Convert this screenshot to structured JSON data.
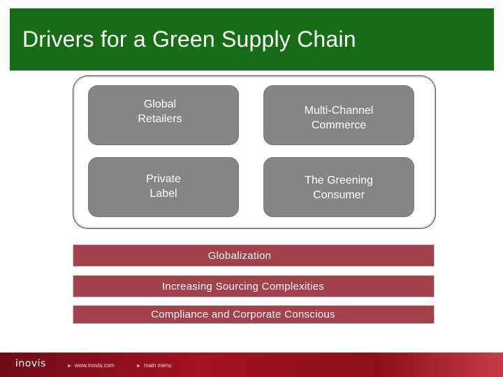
{
  "title": "Drivers for a Green Supply Chain",
  "tiles": [
    {
      "label": "Global\nRetailers"
    },
    {
      "label": "Multi-Channel\nCommerce"
    },
    {
      "label": "Private\nLabel"
    },
    {
      "label": "The Greening\nConsumer"
    }
  ],
  "bands": [
    {
      "label": "Globalization"
    },
    {
      "label": "Increasing Sourcing Complexities"
    },
    {
      "label": "Compliance and Corporate Conscious"
    }
  ],
  "footer": {
    "logo": "inovis",
    "links": [
      {
        "label": "www.inovis.com"
      },
      {
        "label": "main menu"
      }
    ]
  },
  "colors": {
    "title_bar": "#166d17",
    "tile": "#858585",
    "band": "#a2414a",
    "footer": "#a41320"
  }
}
